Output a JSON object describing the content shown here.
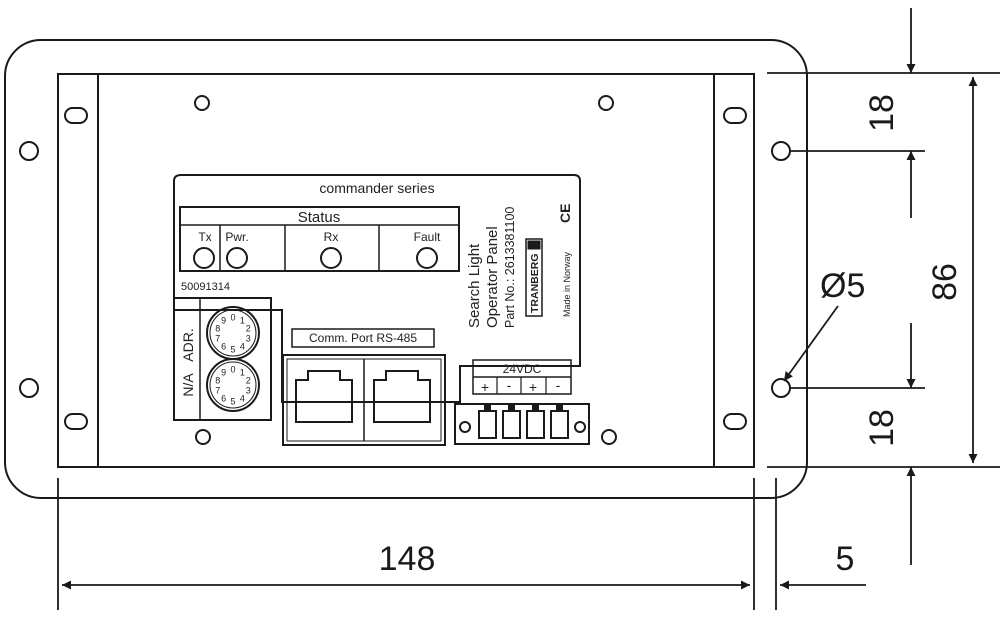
{
  "panel": {
    "series_label": "commander series",
    "status_header": "Status",
    "leds": {
      "tx": "Tx",
      "pwr": "Pwr.",
      "rx": "Rx",
      "fault": "Fault"
    },
    "serial_number": "50091314",
    "address_label": "ADR.",
    "na_label": "N/A",
    "comm_port_label": "Comm. Port  RS-485",
    "power_label": "24VDC",
    "terminal_signs": [
      "+",
      "-",
      "+",
      "-"
    ],
    "product_line1": "Search Light",
    "product_line2": "Operator Panel",
    "part_number": "Part No.: 2613381100",
    "brand": "TRANBERG",
    "made_in": "Made in Norway",
    "ce_mark": "CE",
    "rotary_digits": [
      "0",
      "1",
      "2",
      "3",
      "4",
      "5",
      "6",
      "7",
      "8",
      "9"
    ]
  },
  "dimensions": {
    "width": "148",
    "edge_offset": "5",
    "hole_diameter": "Ø5",
    "top_offset": "18",
    "bottom_offset": "18",
    "height": "86"
  },
  "colors": {
    "line": "#1a1a1a",
    "background": "#ffffff"
  }
}
